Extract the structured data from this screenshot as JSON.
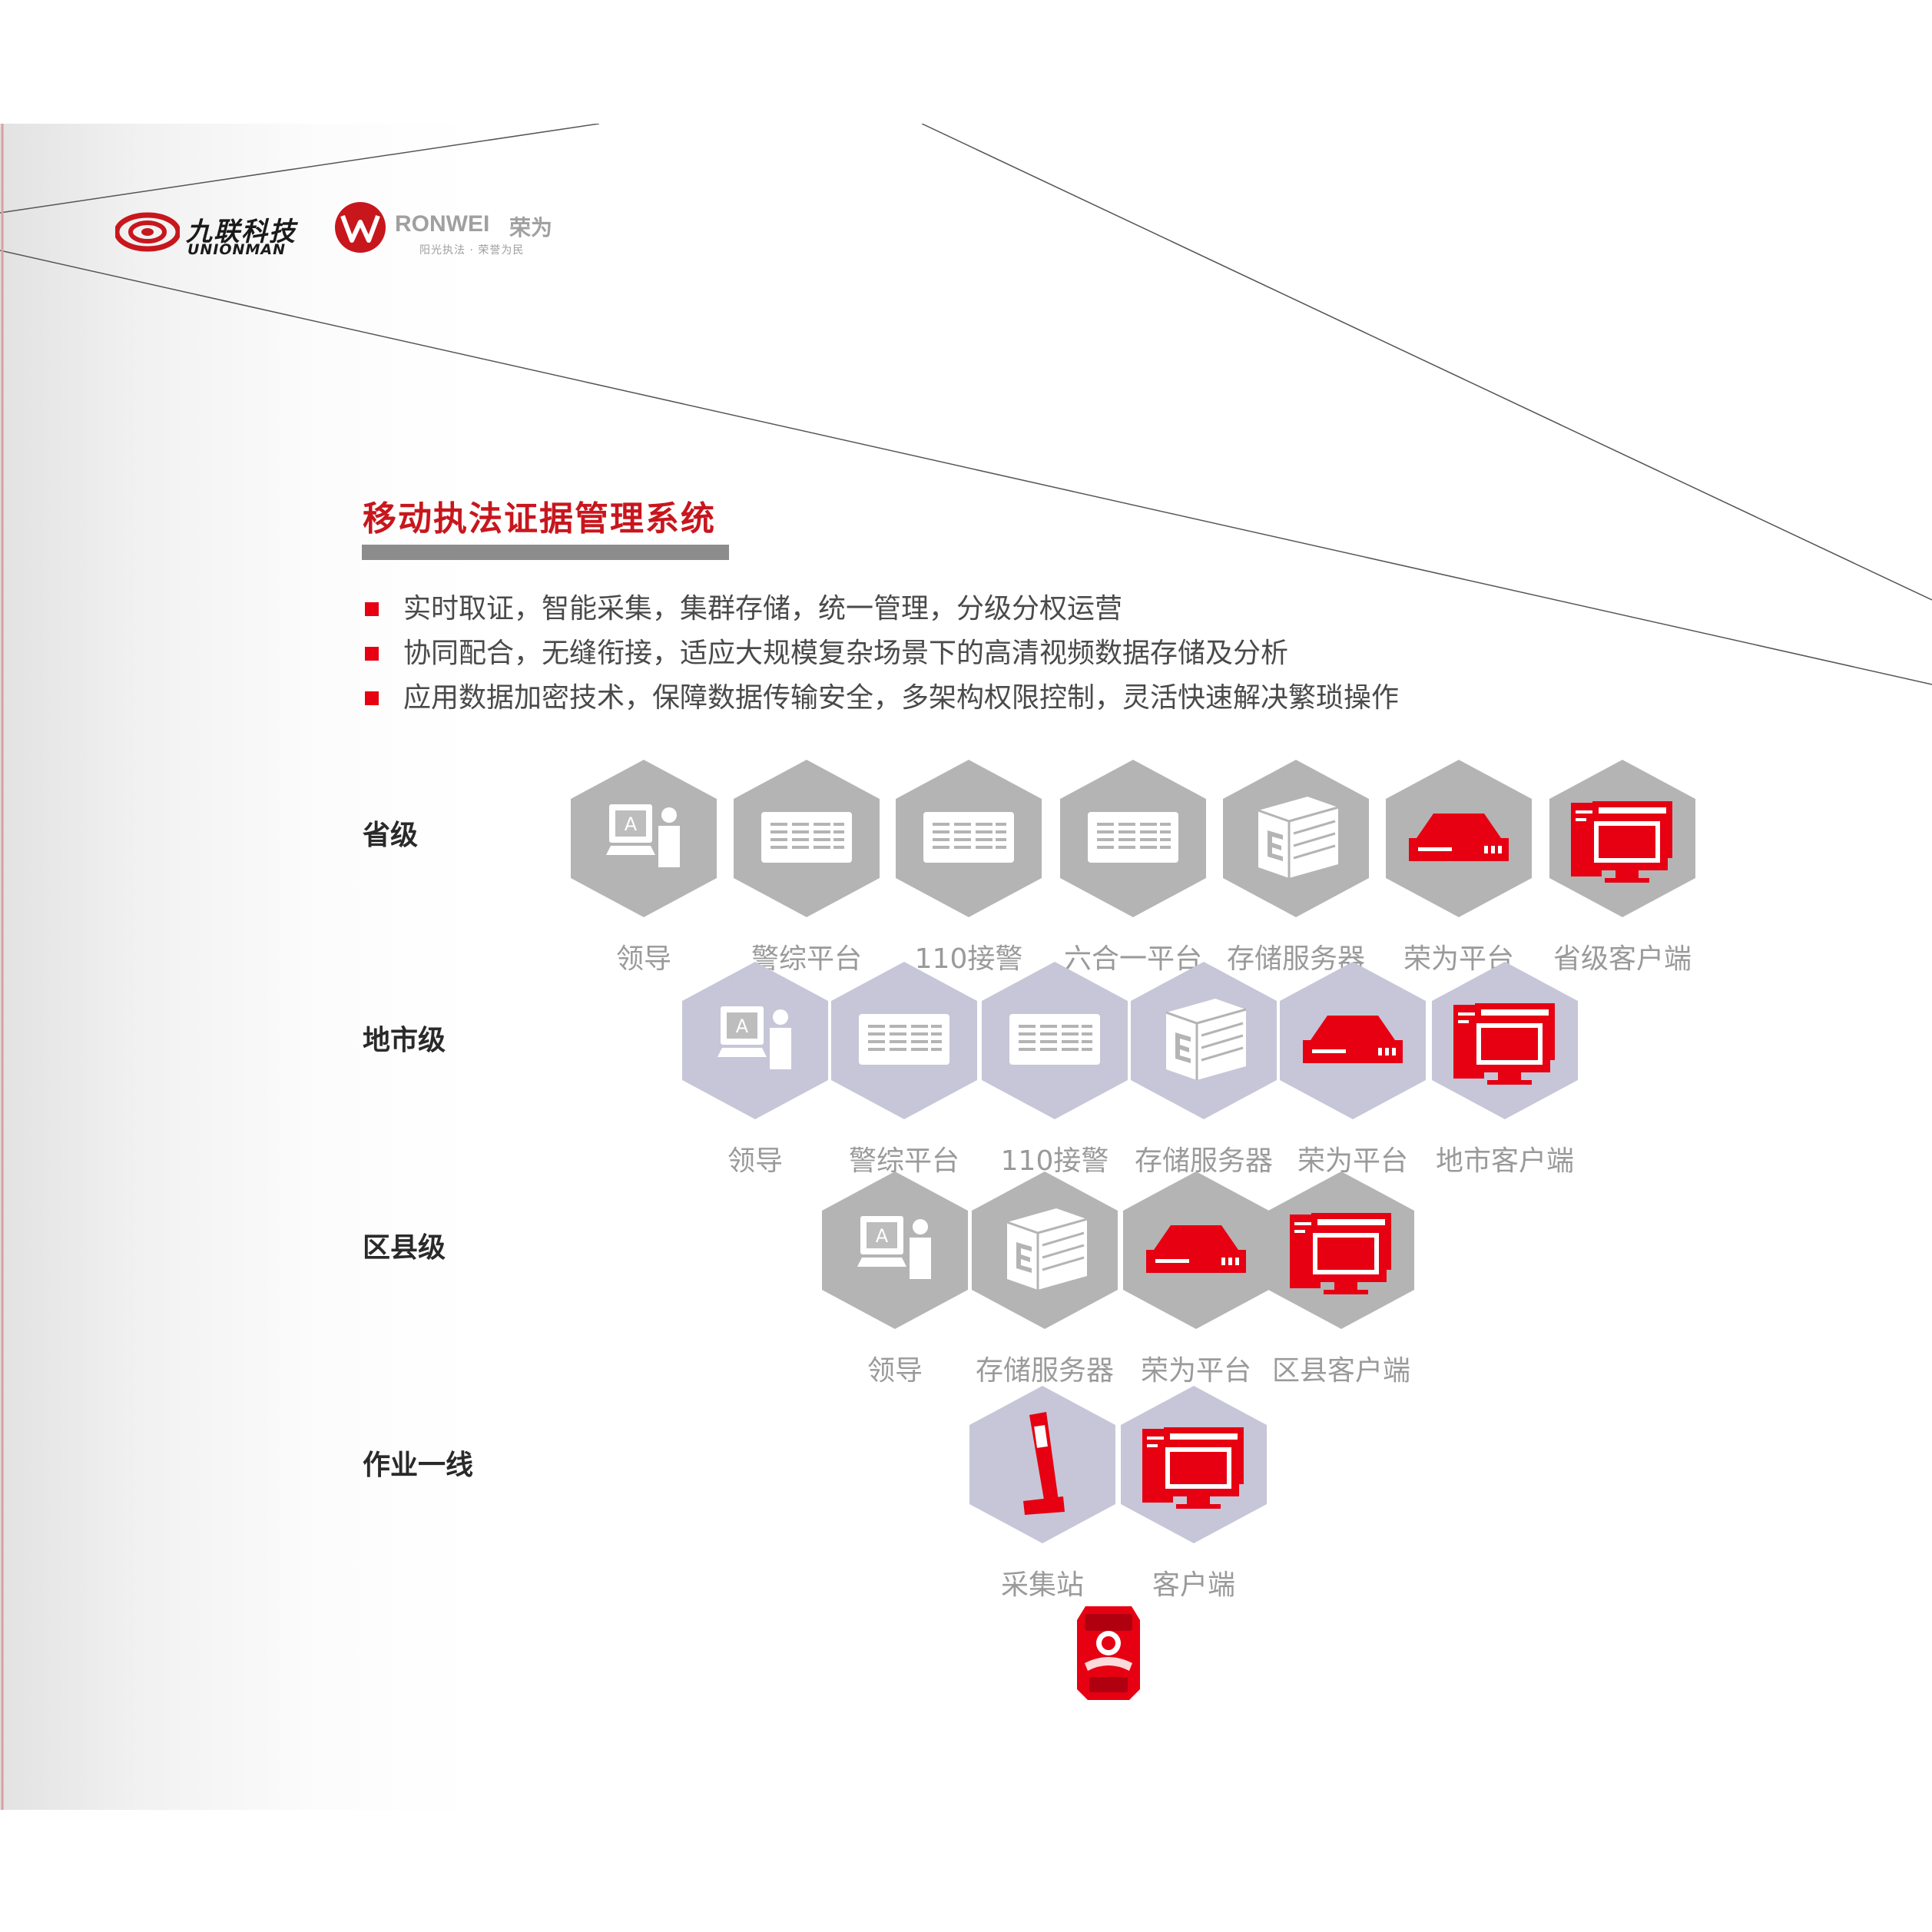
{
  "brand": {
    "unionman_cn": "九联科技",
    "unionman_en": "UNIONMAN",
    "ronwei_en": "RONWEI",
    "ronwei_cn": "荣为",
    "ronwei_slogan": "阳光执法 · 荣誉为民"
  },
  "title": "移动执法证据管理系统",
  "bullets": [
    "实时取证，智能采集，集群存储，统一管理，分级分权运营",
    "协同配合，无缝衔接，适应大规模复杂场景下的高清视频数据存储及分析",
    "应用数据加密技术，保障数据传输安全，多架构权限控制，灵活快速解决繁琐操作"
  ],
  "colors": {
    "accent_red": "#e60012",
    "title_red": "#c8161d",
    "hex_gray": "#b4b4b4",
    "hex_lavender": "#c6c6d8",
    "label_gray": "#9a9a9a"
  },
  "levels": [
    {
      "name": "省级",
      "tone": "gray",
      "nodes": [
        {
          "label": "领导",
          "icon": "leader"
        },
        {
          "label": "警综平台",
          "icon": "rack-server"
        },
        {
          "label": "110接警",
          "icon": "rack-server"
        },
        {
          "label": "六合一平台",
          "icon": "rack-server"
        },
        {
          "label": "存储服务器",
          "icon": "storage-cube"
        },
        {
          "label": "荣为平台",
          "icon": "platform-device"
        },
        {
          "label": "省级客户端",
          "icon": "client-monitor"
        }
      ]
    },
    {
      "name": "地市级",
      "tone": "lavender",
      "nodes": [
        {
          "label": "领导",
          "icon": "leader"
        },
        {
          "label": "警综平台",
          "icon": "rack-server"
        },
        {
          "label": "110接警",
          "icon": "rack-server"
        },
        {
          "label": "存储服务器",
          "icon": "storage-cube"
        },
        {
          "label": "荣为平台",
          "icon": "platform-device"
        },
        {
          "label": "地市客户端",
          "icon": "client-monitor"
        }
      ]
    },
    {
      "name": "区县级",
      "tone": "gray",
      "nodes": [
        {
          "label": "领导",
          "icon": "leader"
        },
        {
          "label": "存储服务器",
          "icon": "storage-cube"
        },
        {
          "label": "荣为平台",
          "icon": "platform-device"
        },
        {
          "label": "区县客户端",
          "icon": "client-monitor"
        }
      ]
    },
    {
      "name": "作业一线",
      "tone": "lavender",
      "nodes": [
        {
          "label": "采集站",
          "icon": "collection-kiosk"
        },
        {
          "label": "客户端",
          "icon": "client-monitor"
        }
      ]
    }
  ],
  "terminal_icon": "body-camera"
}
